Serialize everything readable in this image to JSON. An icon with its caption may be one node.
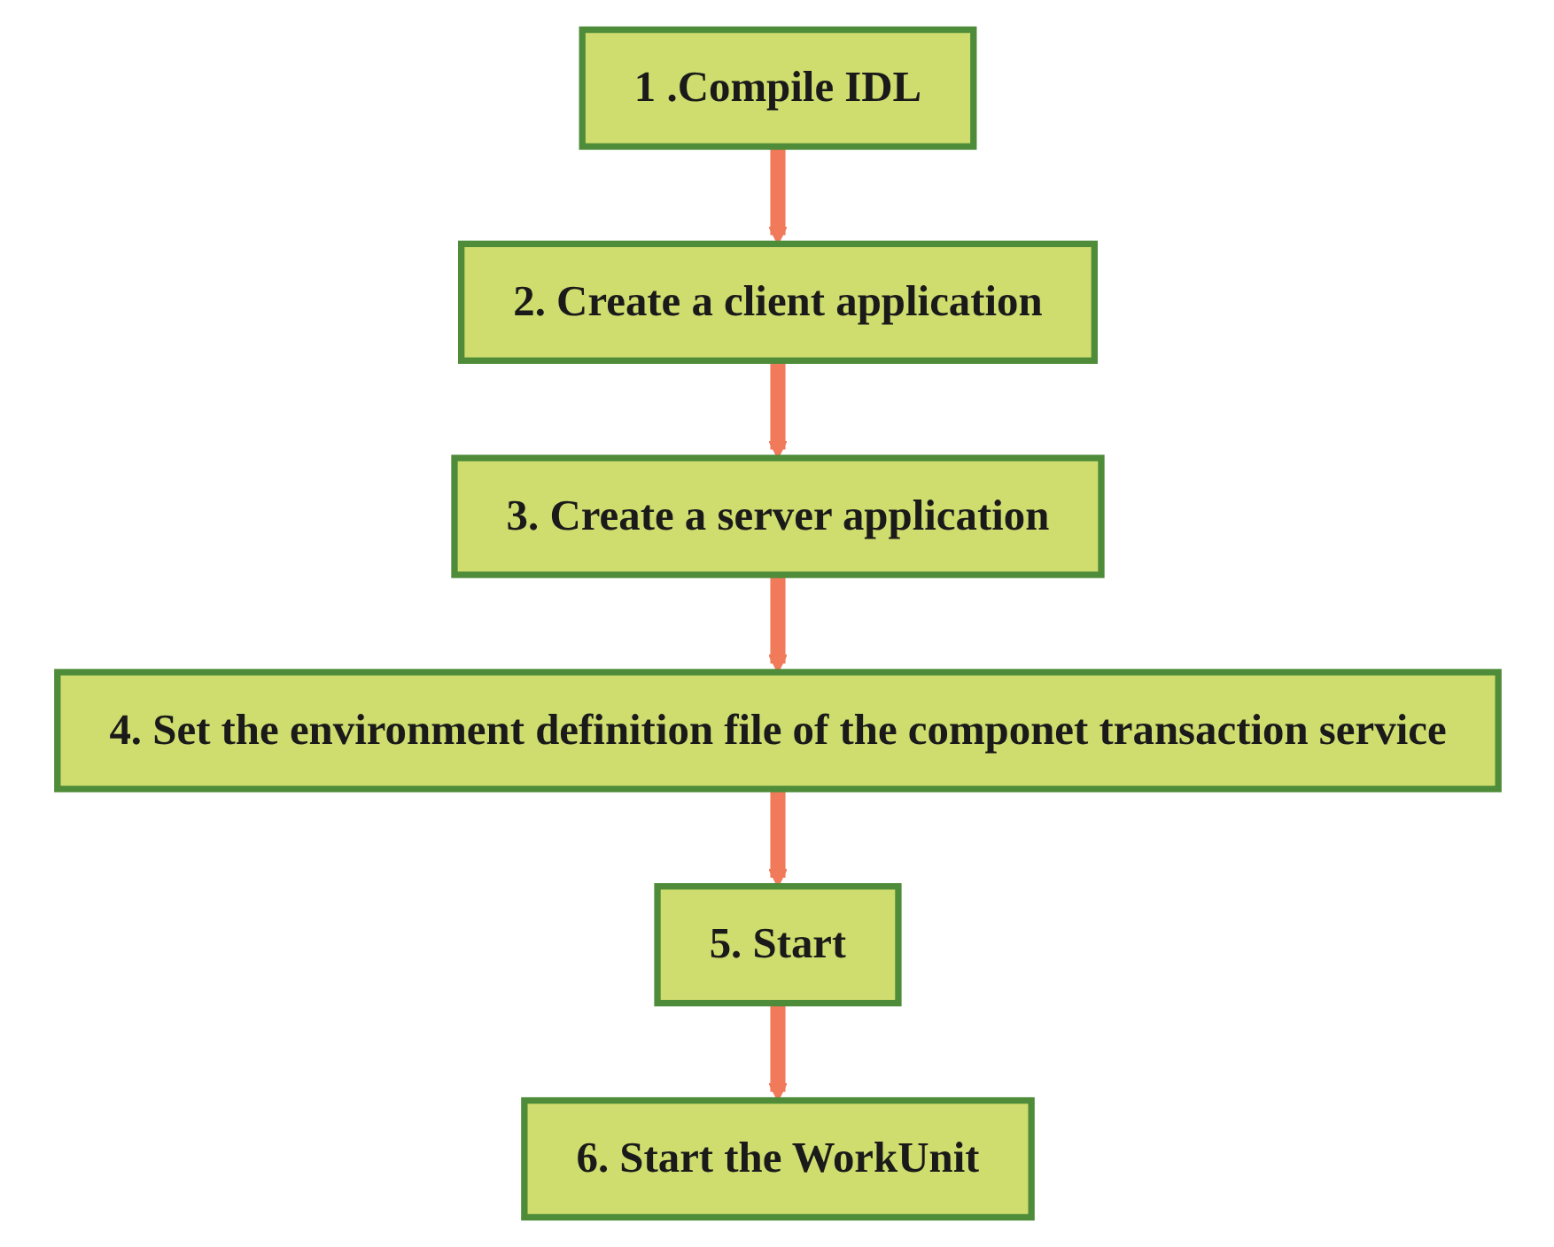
{
  "diagram": {
    "nodes": [
      {
        "text": [
          "1 .Compile IDL"
        ]
      },
      {
        "text": [
          "2. Create a client application"
        ]
      },
      {
        "text": [
          "3. Create a server application"
        ]
      },
      {
        "text": [
          "4. Set the environment definition file of the componet transaction service"
        ]
      },
      {
        "text": [
          "5. Start"
        ]
      },
      {
        "text": [
          "6. Start the WorkUnit"
        ]
      }
    ],
    "edges": [
      {
        "from": 0,
        "to": 1,
        "arrow": "to"
      },
      {
        "from": 1,
        "to": 2,
        "arrow": "to"
      },
      {
        "from": 2,
        "to": 3,
        "arrow": "to"
      },
      {
        "from": 3,
        "to": 4,
        "arrow": "to"
      },
      {
        "from": 4,
        "to": 5,
        "arrow": "to"
      }
    ]
  }
}
